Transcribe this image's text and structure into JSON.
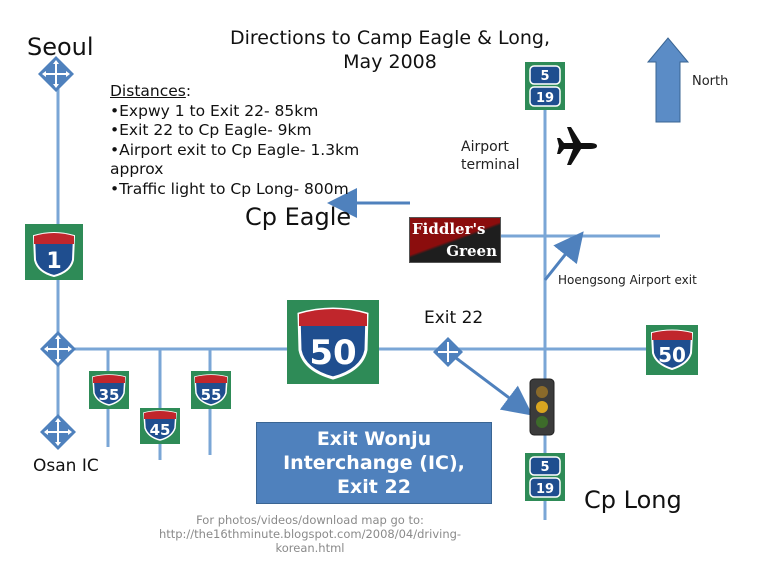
{
  "title": {
    "line1": "Directions to Camp Eagle & Long,",
    "line2": "May 2008"
  },
  "labels": {
    "seoul": "Seoul",
    "cp_eagle": "Cp Eagle",
    "cp_long": "Cp Long",
    "airport_line1": "Airport",
    "airport_line2": "terminal",
    "north": "North",
    "hoengsong_exit": "Hoengsong  Airport exit",
    "exit22": "Exit 22",
    "osan": "Osan IC"
  },
  "distances": {
    "heading": "Distances",
    "items": [
      "•Expwy 1 to Exit 22- 85km",
      "•Exit 22 to Cp Eagle- 9km",
      "•Airport exit to Cp Eagle- 1.3km",
      "approx",
      "•Traffic light to Cp Long- 800m"
    ]
  },
  "callout": {
    "line1": "Exit  Wonju",
    "line2": "Interchange (IC),",
    "line3": "Exit 22"
  },
  "fiddlers_green": {
    "line1": "Fiddler's",
    "line2": "Green"
  },
  "route_shields": {
    "expwy1": "1",
    "expwy50_main": "50",
    "expwy50_east": "50",
    "expwy35": "35",
    "expwy45": "45",
    "expwy55": "55",
    "rt5_top": "5",
    "rt19_top": "19",
    "rt5_bottom": "5",
    "rt19_bottom": "19"
  },
  "footer": {
    "line1": "For photos/videos/download map go to:",
    "line2": "http://the16thminute.blogspot.com/2008/04/driving-",
    "line3": "korean.html"
  },
  "colors": {
    "road": "#7aa6d6",
    "interchange": "#4f81bd",
    "shield_blue": "#1f4e8f",
    "shield_red": "#c0262c",
    "shield_bg": "#2e8b57",
    "callout": "#4f81bd",
    "north_arrow": "#5b8cc6"
  },
  "icons": [
    "interchange-diamond-icon",
    "airplane-icon",
    "traffic-light-icon",
    "north-arrow-icon"
  ]
}
